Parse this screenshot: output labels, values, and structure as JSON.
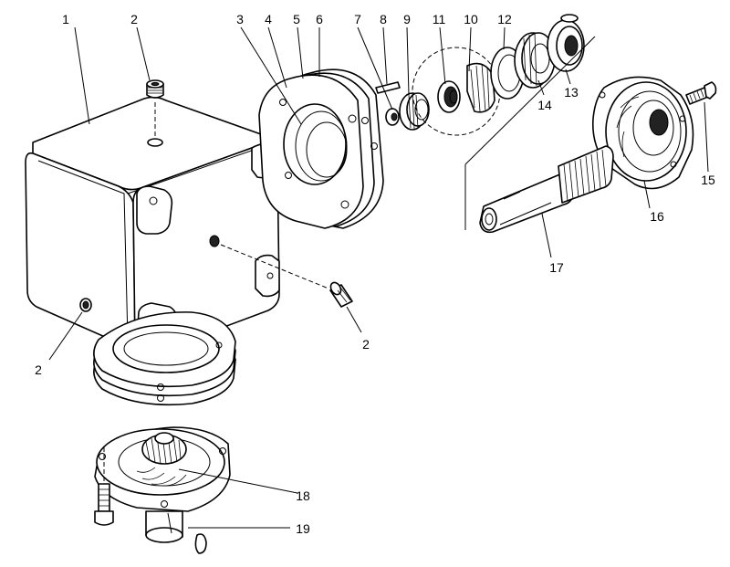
{
  "callouts": [
    {
      "id": "c1",
      "text": "1"
    },
    {
      "id": "c2a",
      "text": "2"
    },
    {
      "id": "c2b",
      "text": "2"
    },
    {
      "id": "c2c",
      "text": "2"
    },
    {
      "id": "c3",
      "text": "3"
    },
    {
      "id": "c4",
      "text": "4"
    },
    {
      "id": "c5",
      "text": "5"
    },
    {
      "id": "c6",
      "text": "6"
    },
    {
      "id": "c7",
      "text": "7"
    },
    {
      "id": "c8",
      "text": "8"
    },
    {
      "id": "c9",
      "text": "9"
    },
    {
      "id": "c10",
      "text": "10"
    },
    {
      "id": "c11",
      "text": "11"
    },
    {
      "id": "c12",
      "text": "12"
    },
    {
      "id": "c13",
      "text": "13"
    },
    {
      "id": "c14",
      "text": "14"
    },
    {
      "id": "c15",
      "text": "15"
    },
    {
      "id": "c16",
      "text": "16"
    },
    {
      "id": "c17",
      "text": "17"
    },
    {
      "id": "c18",
      "text": "18"
    },
    {
      "id": "c19",
      "text": "19"
    }
  ]
}
